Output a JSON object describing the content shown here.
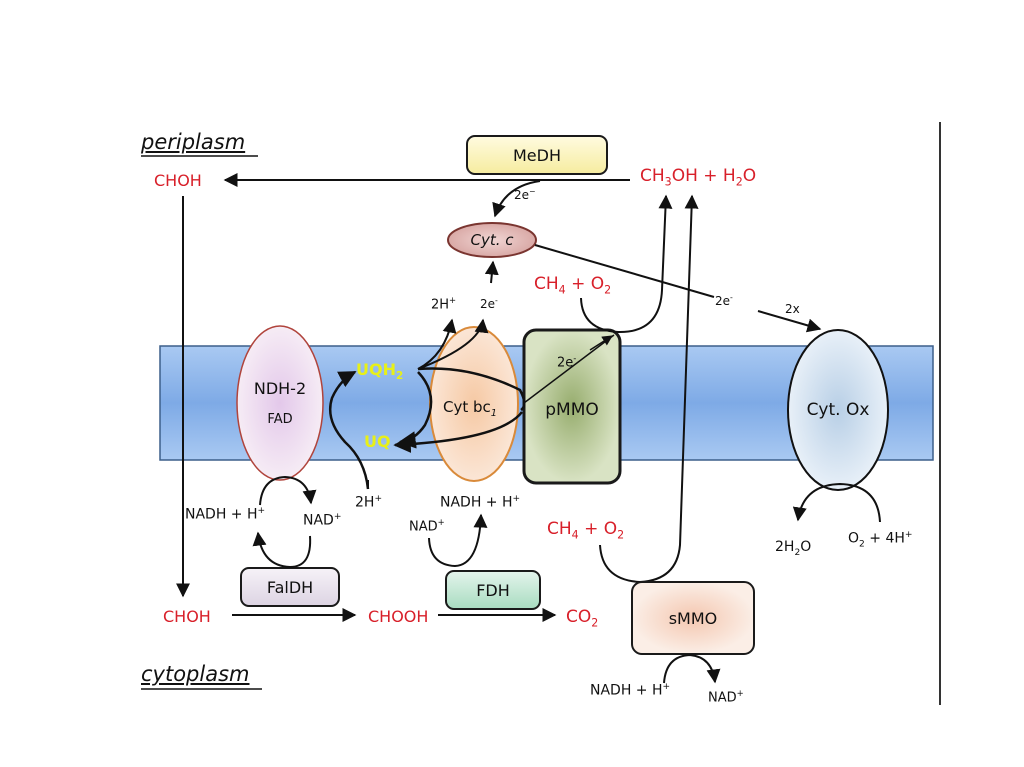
{
  "regions": {
    "top": "periplasm",
    "bottom": "cytoplasm"
  },
  "enzymes": {
    "medh": "MeDH",
    "cyt_c": "Cyt. c",
    "ndh2": "NDH-2",
    "ndh2_cofactor": "FAD",
    "cyt_bc1": "Cyt bc",
    "cyt_bc1_sub": "1",
    "pmmo": "pMMO",
    "cyt_ox": "Cyt. Ox",
    "faldh": "FalDH",
    "fdh": "FDH",
    "smmo": "sMMO"
  },
  "metabolites": {
    "choh_periplasm": "CHOH",
    "methanol_water": {
      "a": "CH",
      "a_sub": "3",
      "b": "OH + H",
      "b_sub": "2",
      "c": "O"
    },
    "methane_o2_periplasm": {
      "a": "CH",
      "a_sub": "4",
      "b": " + O",
      "b_sub": "2"
    },
    "methane_o2_cytoplasm": {
      "a": "CH",
      "a_sub": "4",
      "b": " + O",
      "b_sub": "2"
    },
    "choh_cytoplasm": "CHOH",
    "chooh": "CHOOH",
    "co2": {
      "a": "CO",
      "a_sub": "2"
    }
  },
  "quinones": {
    "uqh2": "UQH",
    "uqh2_sub": "2",
    "uq": "UQ"
  },
  "cofactors": {
    "nadh_h_faldh": {
      "a": "NADH + H",
      "sup": "+"
    },
    "nad_faldh": {
      "a": "NAD",
      "sup": "+"
    },
    "h2_in": {
      "a": "2H",
      "sup": "+"
    },
    "nadh_h_fdh": {
      "a": "NADH + H",
      "sup": "+"
    },
    "nad_fdh": {
      "a": "NAD",
      "sup": "+"
    },
    "nadh_h_smmo": {
      "a": "NADH + H",
      "sup": "+"
    },
    "nad_smmo": {
      "a": "NAD",
      "sup": "+"
    },
    "h2_out": {
      "a": "2H",
      "sup": "+"
    },
    "water_out": {
      "a": "2H",
      "sub": "2",
      "b": "O"
    },
    "o2_4h": {
      "a": "O",
      "sub": "2",
      "b": " + 4H",
      "sup": "+"
    }
  },
  "electrons": {
    "medh_to_cytc": {
      "a": "2e",
      "sup": "−"
    },
    "bc1_to_cytc": {
      "a": "2e",
      "sup": "-"
    },
    "bc1_to_pmmo": {
      "a": "2e",
      "sup": "-"
    },
    "cytc_to_ox": {
      "a": "2e",
      "sup": "-"
    },
    "cytc_to_ox_mult": "2x"
  },
  "colors": {
    "membrane": "#8fb8ec",
    "metabolite_red": "#d8202a",
    "quinone_yellow": "#e8f018"
  }
}
